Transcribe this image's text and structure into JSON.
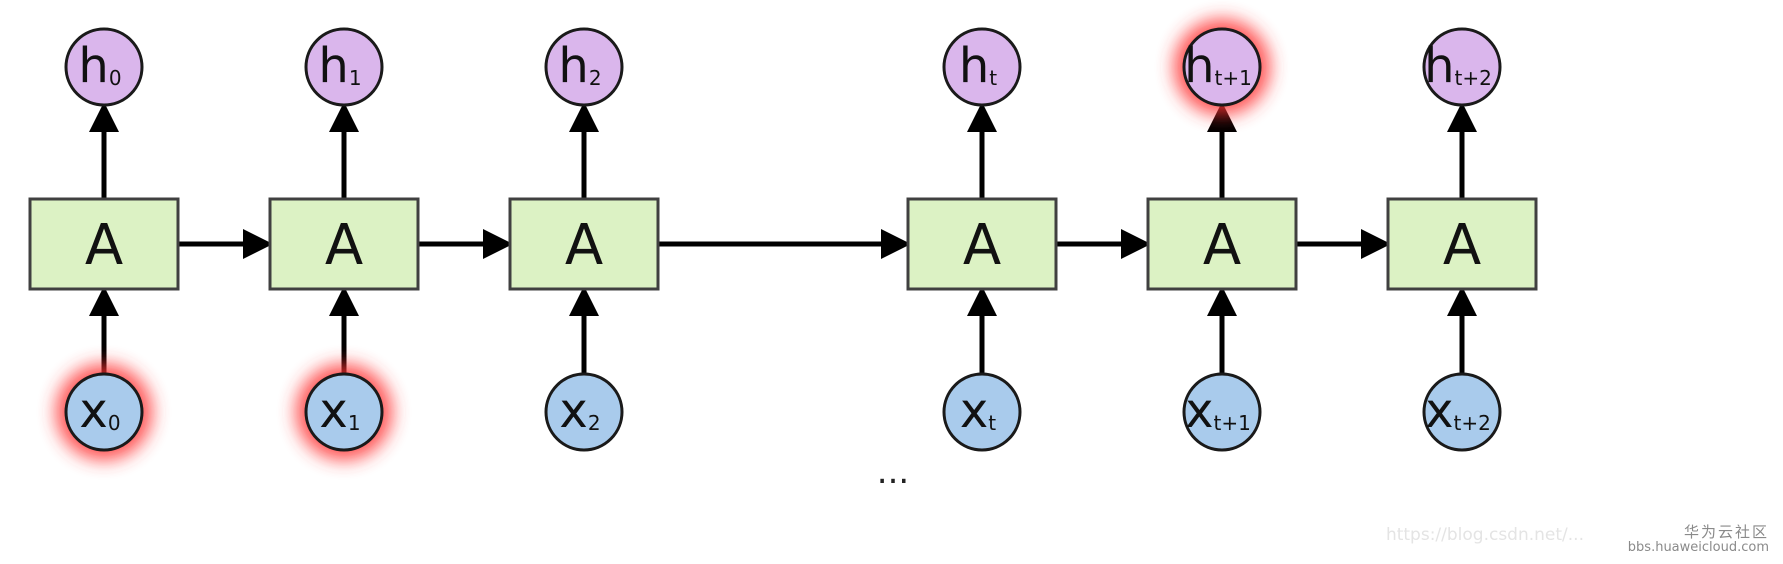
{
  "diagram": {
    "colors": {
      "cell_fill": "#dcf2c4",
      "cell_stroke": "#404040",
      "hidden_fill": "#dab6ec",
      "input_fill": "#a9cbec",
      "highlight_glow": "#ff3030",
      "arrow": "#000000"
    },
    "ellipsis": "...",
    "steps": [
      {
        "cell": "A",
        "h_main": "h",
        "h_sub": "0",
        "x_main": "x",
        "x_sub": "0",
        "h_highlight": false,
        "x_highlight": true
      },
      {
        "cell": "A",
        "h_main": "h",
        "h_sub": "1",
        "x_main": "x",
        "x_sub": "1",
        "h_highlight": false,
        "x_highlight": true
      },
      {
        "cell": "A",
        "h_main": "h",
        "h_sub": "2",
        "x_main": "x",
        "x_sub": "2",
        "h_highlight": false,
        "x_highlight": false
      },
      {
        "cell": "A",
        "h_main": "h",
        "h_sub": "t",
        "x_main": "x",
        "x_sub": "t",
        "h_highlight": false,
        "x_highlight": false
      },
      {
        "cell": "A",
        "h_main": "h",
        "h_sub": "t+1",
        "x_main": "x",
        "x_sub": "t+1",
        "h_highlight": true,
        "x_highlight": false
      },
      {
        "cell": "A",
        "h_main": "h",
        "h_sub": "t+2",
        "x_main": "x",
        "x_sub": "t+2",
        "h_highlight": false,
        "x_highlight": false
      }
    ]
  },
  "watermark": {
    "title": "华为云社区",
    "url": "bbs.huaweicloud.com",
    "faint": "https://blog.csdn.net/..."
  }
}
